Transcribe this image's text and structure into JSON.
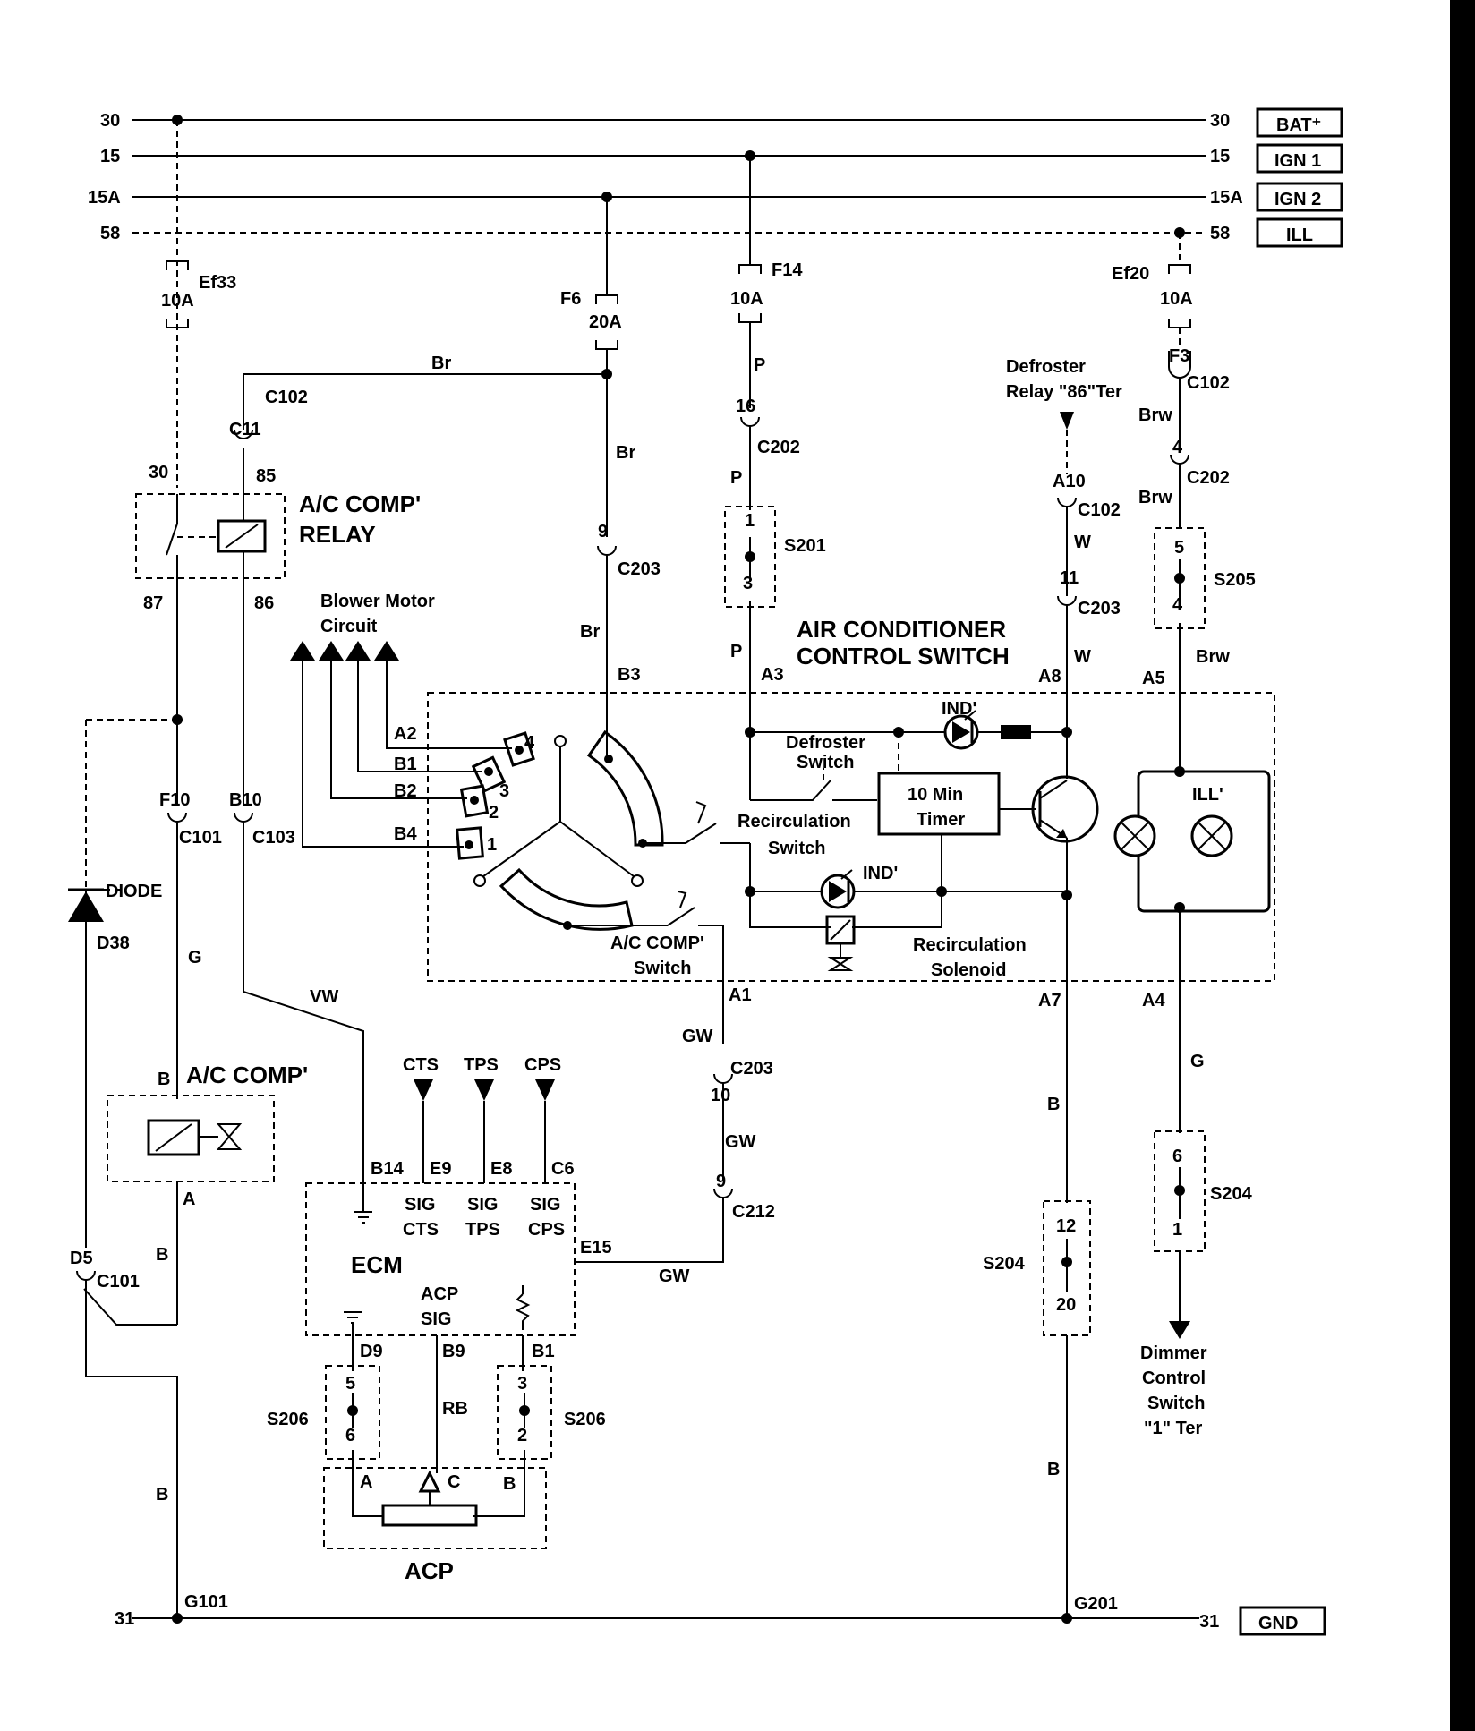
{
  "bus": {
    "bat": {
      "num": "30",
      "tag": "BAT⁺"
    },
    "ign1": {
      "num": "15",
      "tag": "IGN 1"
    },
    "ign2": {
      "num": "15A",
      "tag": "IGN 2"
    },
    "ill": {
      "num": "58",
      "tag": "ILL"
    },
    "gnd": {
      "num": "31",
      "tag": "GND"
    }
  },
  "fuses": {
    "ef33": {
      "name": "Ef33",
      "rating": "10A"
    },
    "f6": {
      "name": "F6",
      "rating": "20A"
    },
    "f14": {
      "name": "F14",
      "rating": "10A"
    },
    "ef20": {
      "name": "Ef20",
      "rating": "10A"
    },
    "f3": "F3"
  },
  "wires": {
    "br": "Br",
    "p": "P",
    "w": "W",
    "brw": "Brw",
    "g": "G",
    "vw": "VW",
    "gw": "GW",
    "b": "B",
    "rb": "RB"
  },
  "connectors": {
    "c101": "C101",
    "c102": "C102",
    "c103": "C103",
    "c202": "C202",
    "c203": "C203",
    "c212": "C212",
    "c11": "C11"
  },
  "pins": {
    "p30": "30",
    "p85": "85",
    "p87": "87",
    "p86": "86",
    "p9": "9",
    "p16": "16",
    "p4": "4",
    "p11": "11",
    "p10": "10",
    "a10": "A10",
    "f10": "F10",
    "b10": "B10",
    "d5": "D5",
    "a": "A",
    "b": "B",
    "c": "C",
    "a1": "A1",
    "a2": "A2",
    "a3": "A3",
    "a4": "A4",
    "a5": "A5",
    "a7": "A7",
    "a8": "A8",
    "b1": "B1",
    "b2": "B2",
    "b3": "B3",
    "b4": "B4",
    "b9": "B9",
    "b14": "B14",
    "e9": "E9",
    "e8": "E8",
    "e15": "E15",
    "c6": "C6",
    "d9": "D9",
    "n1": "1",
    "n2": "2",
    "n3": "3",
    "n4": "4",
    "n5": "5",
    "n6": "6",
    "n12": "12",
    "n20": "20"
  },
  "splices": {
    "s201": "S201",
    "s204": "S204",
    "s205": "S205",
    "s206": "S206"
  },
  "grounds": {
    "g101": "G101",
    "g201": "G201"
  },
  "components": {
    "relay_l1": "A/C COMP'",
    "relay_l2": "RELAY",
    "compressor": "A/C COMP'",
    "diode": "DIODE",
    "diode_ref": "D38",
    "switch_l1": "AIR CONDITIONER",
    "switch_l2": "CONTROL SWITCH",
    "blower_l1": "Blower Motor",
    "blower_l2": "Circuit",
    "defroster_relay_l1": "Defroster",
    "defroster_relay_l2": "Relay \"86\"Ter",
    "defroster_switch_l1": "Defroster",
    "defroster_switch_l2": "Switch",
    "timer_l1": "10 Min",
    "timer_l2": "Timer",
    "ind": "IND'",
    "ill": "ILL'",
    "recirc_switch_l1": "Recirculation",
    "recirc_switch_l2": "Switch",
    "recirc_sol_l1": "Recirculation",
    "recirc_sol_l2": "Solenoid",
    "ac_sw_l1": "A/C COMP'",
    "ac_sw_l2": "Switch",
    "ecm": "ECM",
    "cts": "CTS",
    "tps": "TPS",
    "cps": "CPS",
    "sig": "SIG",
    "acp_sig_l1": "ACP",
    "acp_sig_l2": "SIG",
    "acp": "ACP",
    "dimmer_l1": "Dimmer",
    "dimmer_l2": "Control",
    "dimmer_l3": "Switch",
    "dimmer_l4": "\"1\" Ter"
  }
}
